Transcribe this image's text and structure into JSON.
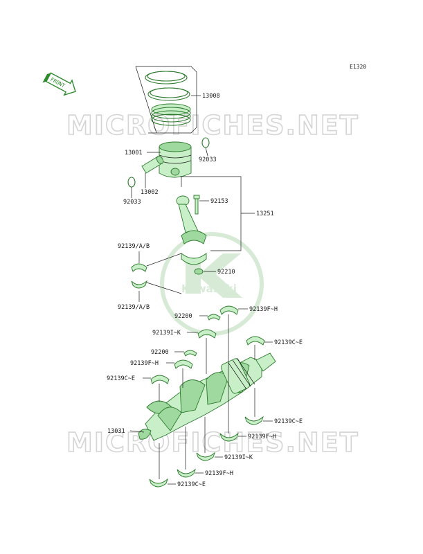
{
  "diagram_code": "E1320",
  "front_label": "FRONT",
  "watermark_text": "MICROFICHES.NET",
  "logo_text": "Kawasaki",
  "colors": {
    "part_fill": "#c8efc8",
    "part_stroke": "#2b7a2b",
    "front_arrow": "#2e8b2e",
    "logo": "#d6ead6",
    "watermark": "#d4d4d4"
  },
  "labels": {
    "rings": "13008",
    "piston": "13001",
    "clip_right": "92033",
    "pin": "13002",
    "clip_left": "92033",
    "rod_bolt": "92153",
    "rod_assembly": "13251",
    "rod_bearing_upper": "92139/A/B",
    "rod_nut": "92210",
    "rod_bearing_lower": "92139/A/B",
    "thrust_upper_right": "92200",
    "main_upper_fh_right": "92139F~H",
    "main_upper_ik": "92139I~K",
    "main_upper_ce_right": "92139C~E",
    "thrust_upper_left": "92200",
    "main_upper_fh_left": "92139F~H",
    "main_upper_ce_left": "92139C~E",
    "main_lower_ce_right": "92139C~E",
    "crankshaft": "13031",
    "main_lower_fh_right": "92139F~H",
    "main_lower_ik": "92139I~K",
    "main_lower_fh_left": "92139F~H",
    "main_lower_ce_left": "92139C~E"
  }
}
